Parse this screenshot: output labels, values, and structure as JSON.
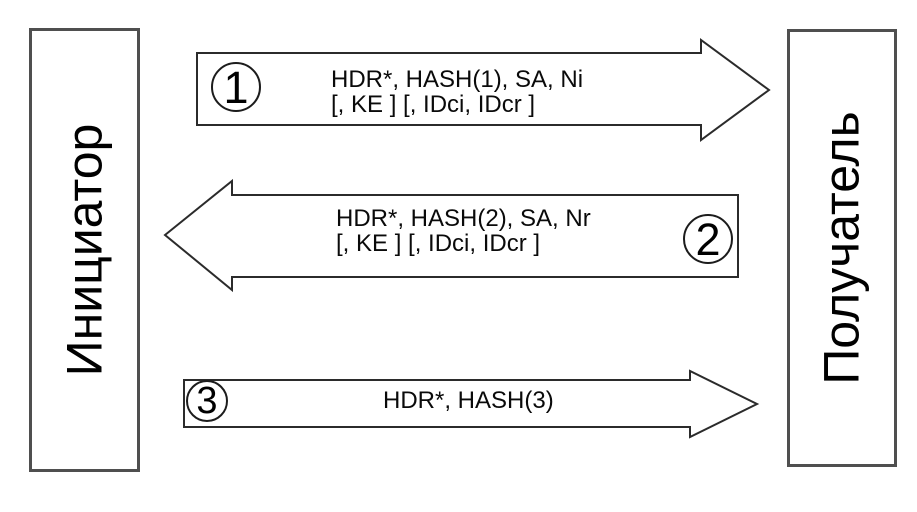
{
  "diagram": {
    "initiator_label": "Инициатор",
    "receiver_label": "Получатель",
    "messages": [
      {
        "number": "1",
        "direction": "right",
        "text_line1": "HDR*, HASH(1), SA, Ni",
        "text_line2": "[, KE ] [, IDci, IDcr ]"
      },
      {
        "number": "2",
        "direction": "left",
        "text_line1": "HDR*, HASH(2), SA, Nr",
        "text_line2": "[, KE ] [, IDci, IDcr ]"
      },
      {
        "number": "3",
        "direction": "right",
        "text_line1": "HDR*, HASH(3)",
        "text_line2": ""
      }
    ],
    "colors": {
      "background": "#ffffff",
      "box_border": "#4f4f4f",
      "arrow_stroke": "#2b2b2b",
      "text": "#000000"
    }
  }
}
